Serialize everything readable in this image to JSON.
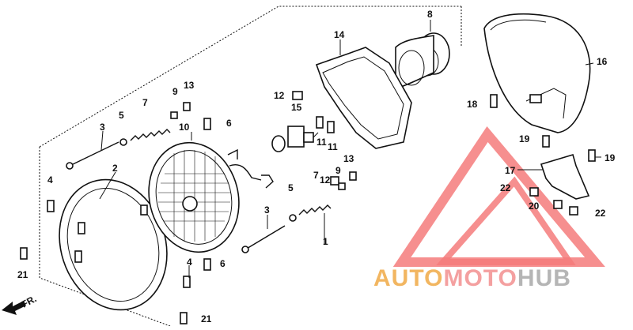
{
  "diagram": {
    "direction_label": "FR.",
    "parts": [
      {
        "id": "p1",
        "label": "1"
      },
      {
        "id": "p2",
        "label": "2"
      },
      {
        "id": "p3a",
        "label": "3"
      },
      {
        "id": "p3b",
        "label": "3"
      },
      {
        "id": "p4a",
        "label": "4"
      },
      {
        "id": "p4b",
        "label": "4"
      },
      {
        "id": "p5a",
        "label": "5"
      },
      {
        "id": "p5b",
        "label": "5"
      },
      {
        "id": "p6a",
        "label": "6"
      },
      {
        "id": "p6b",
        "label": "6"
      },
      {
        "id": "p7a",
        "label": "7"
      },
      {
        "id": "p7b",
        "label": "7"
      },
      {
        "id": "p8",
        "label": "8"
      },
      {
        "id": "p9a",
        "label": "9"
      },
      {
        "id": "p9b",
        "label": "9"
      },
      {
        "id": "p10",
        "label": "10"
      },
      {
        "id": "p11a",
        "label": "11"
      },
      {
        "id": "p11b",
        "label": "11"
      },
      {
        "id": "p12a",
        "label": "12"
      },
      {
        "id": "p12b",
        "label": "12"
      },
      {
        "id": "p13a",
        "label": "13"
      },
      {
        "id": "p13b",
        "label": "13"
      },
      {
        "id": "p14",
        "label": "14"
      },
      {
        "id": "p15",
        "label": "15"
      },
      {
        "id": "p16",
        "label": "16"
      },
      {
        "id": "p17",
        "label": "17"
      },
      {
        "id": "p18",
        "label": "18"
      },
      {
        "id": "p19a",
        "label": "19"
      },
      {
        "id": "p19b",
        "label": "19"
      },
      {
        "id": "p20",
        "label": "20"
      },
      {
        "id": "p21a",
        "label": "21"
      },
      {
        "id": "p21b",
        "label": "21"
      },
      {
        "id": "p22a",
        "label": "22"
      },
      {
        "id": "p22b",
        "label": "22"
      }
    ]
  },
  "watermark": {
    "auto": "AUTO",
    "moto": "MOTO",
    "hub": "HUB",
    "colors": {
      "auto": "#f2b661",
      "moto": "#f4a0a0",
      "hub": "#b5b5b5",
      "triangle": "#f47b7b"
    }
  }
}
